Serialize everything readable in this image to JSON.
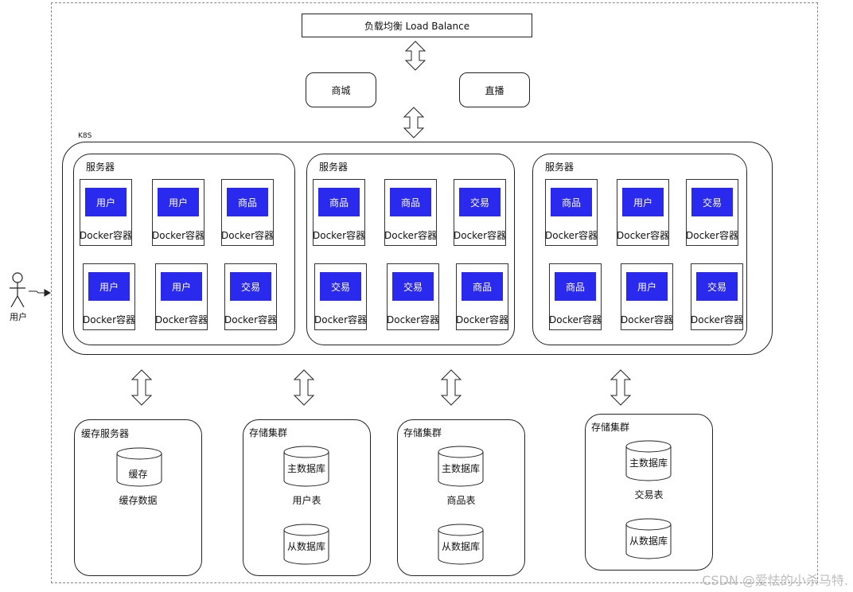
{
  "load_balancer": "负载均衡 Load Balance",
  "apps": {
    "left": "商城",
    "right": "直播"
  },
  "k8s_label": "K8S",
  "servers": [
    {
      "title": "服务器",
      "containers": [
        {
          "service": "用户",
          "label": "Docker容器"
        },
        {
          "service": "用户",
          "label": "Docker容器"
        },
        {
          "service": "商品",
          "label": "Docker容器"
        },
        {
          "service": "用户",
          "label": "Docker容器"
        },
        {
          "service": "用户",
          "label": "Docker容器"
        },
        {
          "service": "交易",
          "label": "Docker容器"
        }
      ]
    },
    {
      "title": "服务器",
      "containers": [
        {
          "service": "商品",
          "label": "Docker容器"
        },
        {
          "service": "商品",
          "label": "Docker容器"
        },
        {
          "service": "交易",
          "label": "Docker容器"
        },
        {
          "service": "交易",
          "label": "Docker容器"
        },
        {
          "service": "交易",
          "label": "Docker容器"
        },
        {
          "service": "商品",
          "label": "Docker容器"
        }
      ]
    },
    {
      "title": "服务器",
      "containers": [
        {
          "service": "商品",
          "label": "Docker容器"
        },
        {
          "service": "用户",
          "label": "Docker容器"
        },
        {
          "service": "交易",
          "label": "Docker容器"
        },
        {
          "service": "商品",
          "label": "Docker容器"
        },
        {
          "service": "用户",
          "label": "Docker容器"
        },
        {
          "service": "交易",
          "label": "Docker容器"
        }
      ]
    }
  ],
  "user_label": "用户",
  "cache": {
    "title": "缓存服务器",
    "cylinder": "缓存",
    "caption": "缓存数据"
  },
  "storage": [
    {
      "title": "存储集群",
      "master": "主数据库",
      "table": "用户表",
      "slave": "从数据库"
    },
    {
      "title": "存储集群",
      "master": "主数据库",
      "table": "商品表",
      "slave": "从数据库"
    },
    {
      "title": "存储集群",
      "master": "主数据库",
      "table": "交易表",
      "slave": "从数据库"
    }
  ],
  "watermark": "CSDN @爱怯的小杀马特.",
  "colors": {
    "service_fill": "#2a2aee",
    "line": "#222222"
  }
}
